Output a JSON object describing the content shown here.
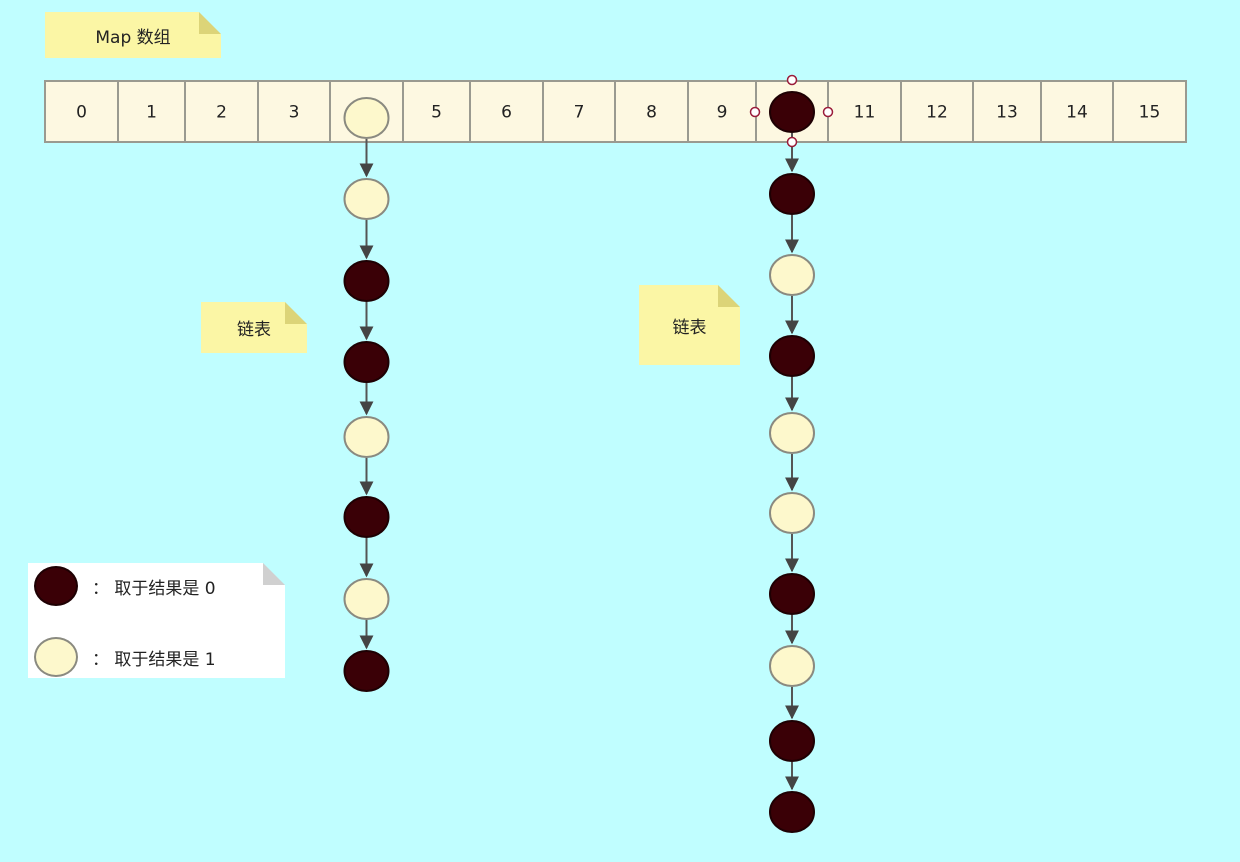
{
  "array_note": {
    "label": "Map 数组"
  },
  "array_cells": [
    "0",
    "1",
    "2",
    "3",
    "",
    "5",
    "6",
    "7",
    "8",
    "9",
    "",
    "11",
    "12",
    "13",
    "14",
    "15"
  ],
  "chain_notes": [
    {
      "label": "链表"
    },
    {
      "label": "链表"
    }
  ],
  "chains": [
    {
      "bucket": 4,
      "nodes": [
        1,
        1,
        0,
        0,
        1,
        0,
        1,
        0
      ]
    },
    {
      "bucket": 10,
      "nodes": [
        0,
        0,
        1,
        0,
        1,
        1,
        0,
        1,
        0,
        0
      ]
    }
  ],
  "legend": {
    "items": [
      {
        "kind": 0,
        "text": "：  取于结果是 0"
      },
      {
        "kind": 1,
        "text": "：  取于结果是 1"
      }
    ]
  },
  "colors": {
    "background": "#c0feff",
    "node_dark": "#3a0006",
    "node_light": "#fdf8cc",
    "cell_fill": "#fdf8e1",
    "note_fill": "#fbf6a5"
  }
}
